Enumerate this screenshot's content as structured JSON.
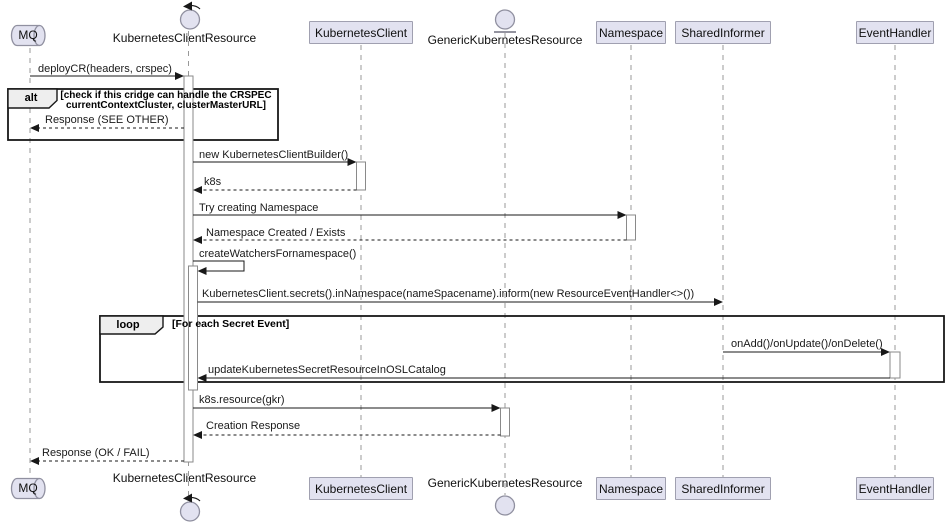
{
  "participants": [
    {
      "label": "MQ",
      "type": "queue"
    },
    {
      "label": "KubernetesClientResource",
      "type": "control"
    },
    {
      "label": "KubernetesClient",
      "type": "participant"
    },
    {
      "label": "GenericKubernetesResource",
      "type": "entity"
    },
    {
      "label": "Namespace",
      "type": "participant"
    },
    {
      "label": "SharedInformer",
      "type": "participant"
    },
    {
      "label": "EventHandler",
      "type": "participant"
    }
  ],
  "messages": {
    "deploy_cr": "deployCR(headers, crspec)",
    "response_see_other": "Response (SEE OTHER)",
    "new_builder": "new KubernetesClientBuilder()",
    "k8s": "k8s",
    "try_namespace": "Try creating Namespace",
    "namespace_created": "Namespace Created / Exists",
    "create_watchers": "createWatchersFornamespace()",
    "inform": "KubernetesClient.secrets().inNamespace(nameSpacename).inform(new ResourceEventHandler<>())",
    "on_events": "onAdd()/onUpdate()/onDelete()",
    "update_catalog": "updateKubernetesSecretResourceInOSLCatalog",
    "k8s_resource": "k8s.resource(gkr)",
    "creation_response": "Creation Response",
    "response_ok_fail": "Response (OK / FAIL)"
  },
  "fragments": {
    "alt": {
      "operator": "alt",
      "guard_line1": "[check if this cridge can handle the CRSPEC",
      "guard_line2": "currentContextCluster, clusterMasterURL]"
    },
    "loop": {
      "operator": "loop",
      "guard": "[For each Secret Event]"
    }
  },
  "colors": {
    "participant_fill": "#E2E2F0",
    "participant_border": "#A0A0B0",
    "fragment_border": "#181818",
    "arrow": "#181818",
    "lifeline": "#999999"
  }
}
